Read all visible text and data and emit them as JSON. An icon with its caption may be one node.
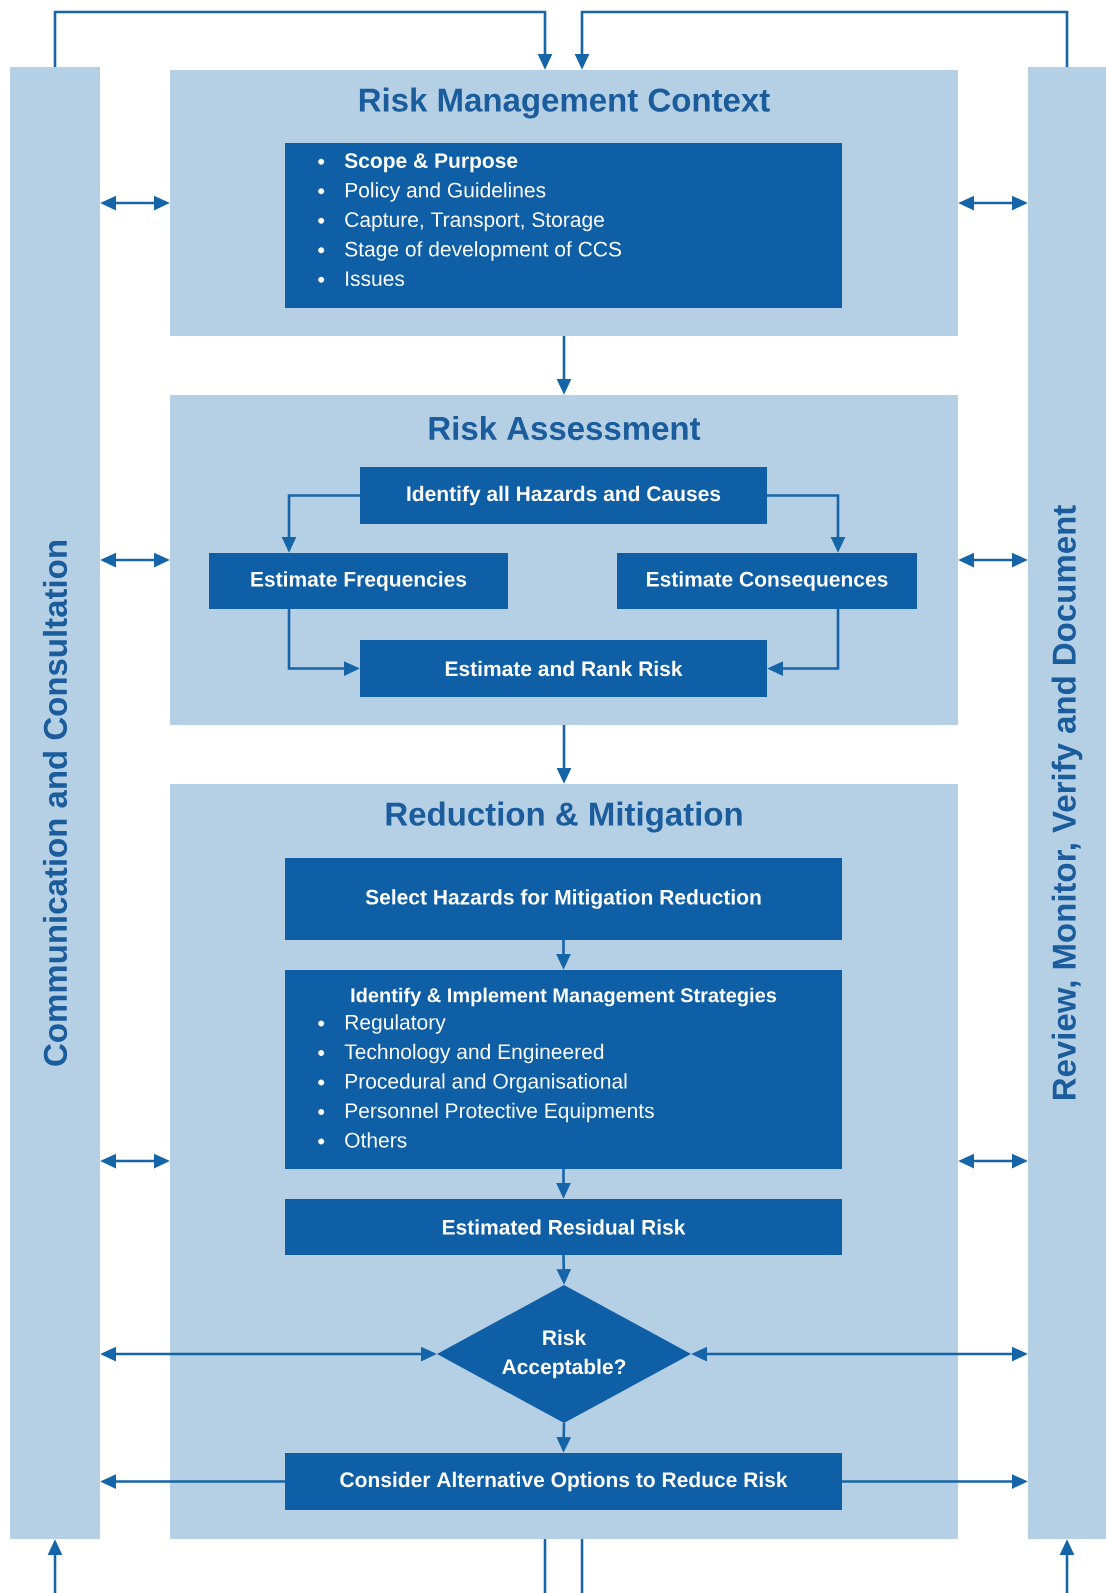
{
  "diagram": {
    "nodes": [
      {
        "text": [
          "Communication and Consultation"
        ]
      },
      {
        "text": [
          "Review, Monitor, Verify and Document"
        ]
      },
      {
        "text": [
          "Risk Management Context"
        ]
      },
      {
        "text": [
          "Scope & Purpose",
          "Policy and Guidelines",
          "Capture, Transport, Storage",
          "Stage of development of CCS",
          "Issues"
        ],
        "in": 2
      },
      {
        "text": [
          "Risk Assessment"
        ]
      },
      {
        "text": [
          "Identify all Hazards and Causes"
        ],
        "in": 4
      },
      {
        "text": [
          "Estimate Frequencies"
        ],
        "in": 4
      },
      {
        "text": [
          "Estimate Consequences"
        ],
        "in": 4
      },
      {
        "text": [
          "Estimate and Rank Risk"
        ],
        "in": 4
      },
      {
        "text": [
          "Reduction & Mitigation"
        ]
      },
      {
        "text": [
          "Select Hazards for Mitigation Reduction"
        ],
        "in": 9
      },
      {
        "text": [
          "Identify & Implement Management Strategies",
          "Regulatory",
          "Technology and Engineered",
          "Procedural and Organisational",
          "Personnel Protective Equipments",
          "Others"
        ],
        "in": 9
      },
      {
        "text": [
          "Estimated Residual Risk"
        ],
        "in": 9
      },
      {
        "text": [
          "Risk Acceptable?"
        ],
        "in": 9
      },
      {
        "text": [
          "Consider Alternative Options to Reduce Risk"
        ],
        "in": 9
      }
    ],
    "edges": [
      {
        "from": 0,
        "to": 2,
        "arrow": "to"
      },
      {
        "from": 1,
        "to": 2,
        "arrow": "to"
      },
      {
        "from": 0,
        "to": 2,
        "arrow": "both"
      },
      {
        "from": 2,
        "to": 1,
        "arrow": "both"
      },
      {
        "from": 2,
        "to": 4,
        "arrow": "to"
      },
      {
        "from": 0,
        "to": 4,
        "arrow": "both"
      },
      {
        "from": 4,
        "to": 1,
        "arrow": "both"
      },
      {
        "from": 5,
        "to": 6,
        "arrow": "to"
      },
      {
        "from": 5,
        "to": 7,
        "arrow": "to"
      },
      {
        "from": 6,
        "to": 8,
        "arrow": "to"
      },
      {
        "from": 7,
        "to": 8,
        "arrow": "to"
      },
      {
        "from": 4,
        "to": 9,
        "arrow": "to"
      },
      {
        "from": 0,
        "to": 9,
        "arrow": "both"
      },
      {
        "from": 9,
        "to": 1,
        "arrow": "both"
      },
      {
        "from": 10,
        "to": 11,
        "arrow": "to"
      },
      {
        "from": 11,
        "to": 12,
        "arrow": "to"
      },
      {
        "from": 12,
        "to": 13,
        "arrow": "to"
      },
      {
        "from": 0,
        "to": 13,
        "arrow": "both"
      },
      {
        "from": 13,
        "to": 1,
        "arrow": "both"
      },
      {
        "from": 13,
        "to": 14,
        "arrow": "to"
      },
      {
        "from": 14,
        "to": 0,
        "arrow": "to"
      },
      {
        "from": 14,
        "to": 1,
        "arrow": "to"
      },
      {
        "from": 9,
        "to": 0,
        "arrow": "to"
      },
      {
        "from": 9,
        "to": 1,
        "arrow": "to"
      }
    ]
  }
}
